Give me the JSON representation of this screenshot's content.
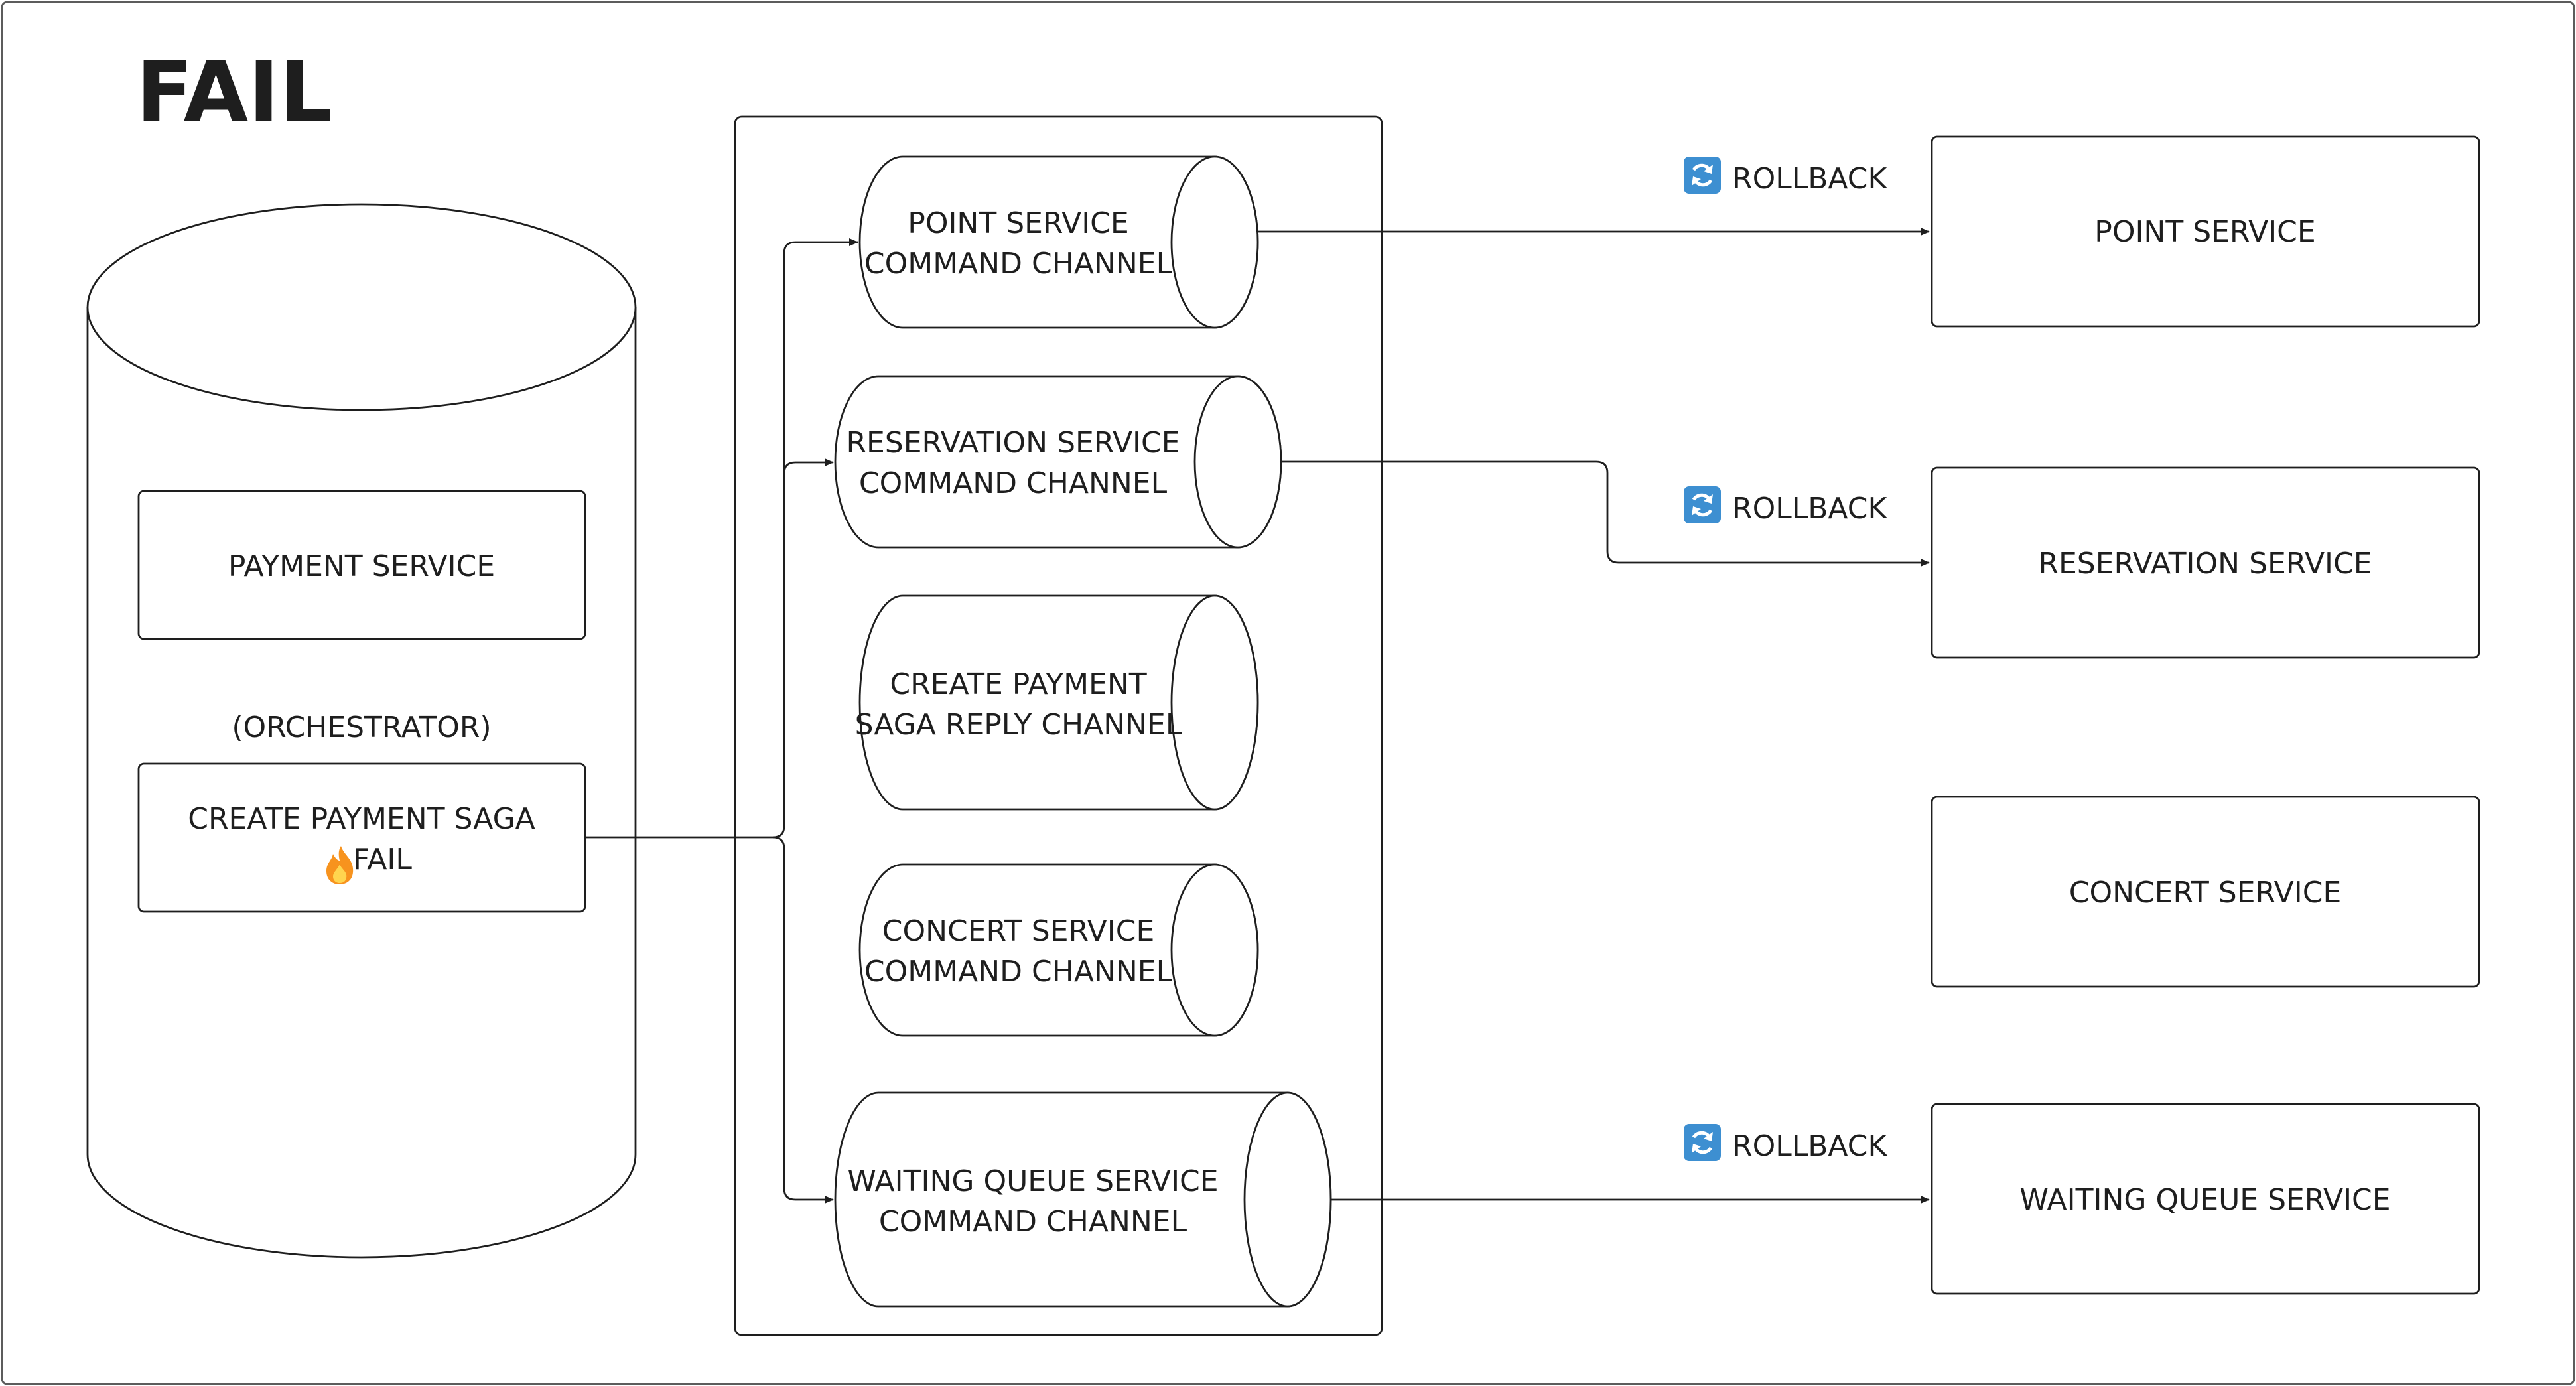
{
  "title": "FAIL",
  "orchestrator": {
    "payment_service": "PAYMENT SERVICE",
    "role": "(ORCHESTRATOR)",
    "saga_line1": "CREATE PAYMENT SAGA",
    "saga_line2": "FAIL",
    "saga_icon": "fire-emoji"
  },
  "channels": [
    {
      "line1": "POINT SERVICE",
      "line2": "COMMAND CHANNEL"
    },
    {
      "line1": "RESERVATION SERVICE",
      "line2": "COMMAND CHANNEL"
    },
    {
      "line1": "CREATE PAYMENT",
      "line2": "SAGA REPLY CHANNEL"
    },
    {
      "line1": "CONCERT SERVICE",
      "line2": "COMMAND CHANNEL"
    },
    {
      "line1": "WAITING QUEUE SERVICE",
      "line2": "COMMAND CHANNEL"
    }
  ],
  "services": [
    {
      "label": "POINT SERVICE"
    },
    {
      "label": "RESERVATION SERVICE"
    },
    {
      "label": "CONCERT SERVICE"
    },
    {
      "label": "WAITING QUEUE SERVICE"
    }
  ],
  "rollbacks": [
    {
      "label": "ROLLBACK",
      "icon": "refresh-icon"
    },
    {
      "label": "ROLLBACK",
      "icon": "refresh-icon"
    },
    {
      "label": "ROLLBACK",
      "icon": "refresh-icon"
    }
  ],
  "colors": {
    "stroke": "#1e1e1e",
    "rollback_icon": "#3d8fd1"
  }
}
